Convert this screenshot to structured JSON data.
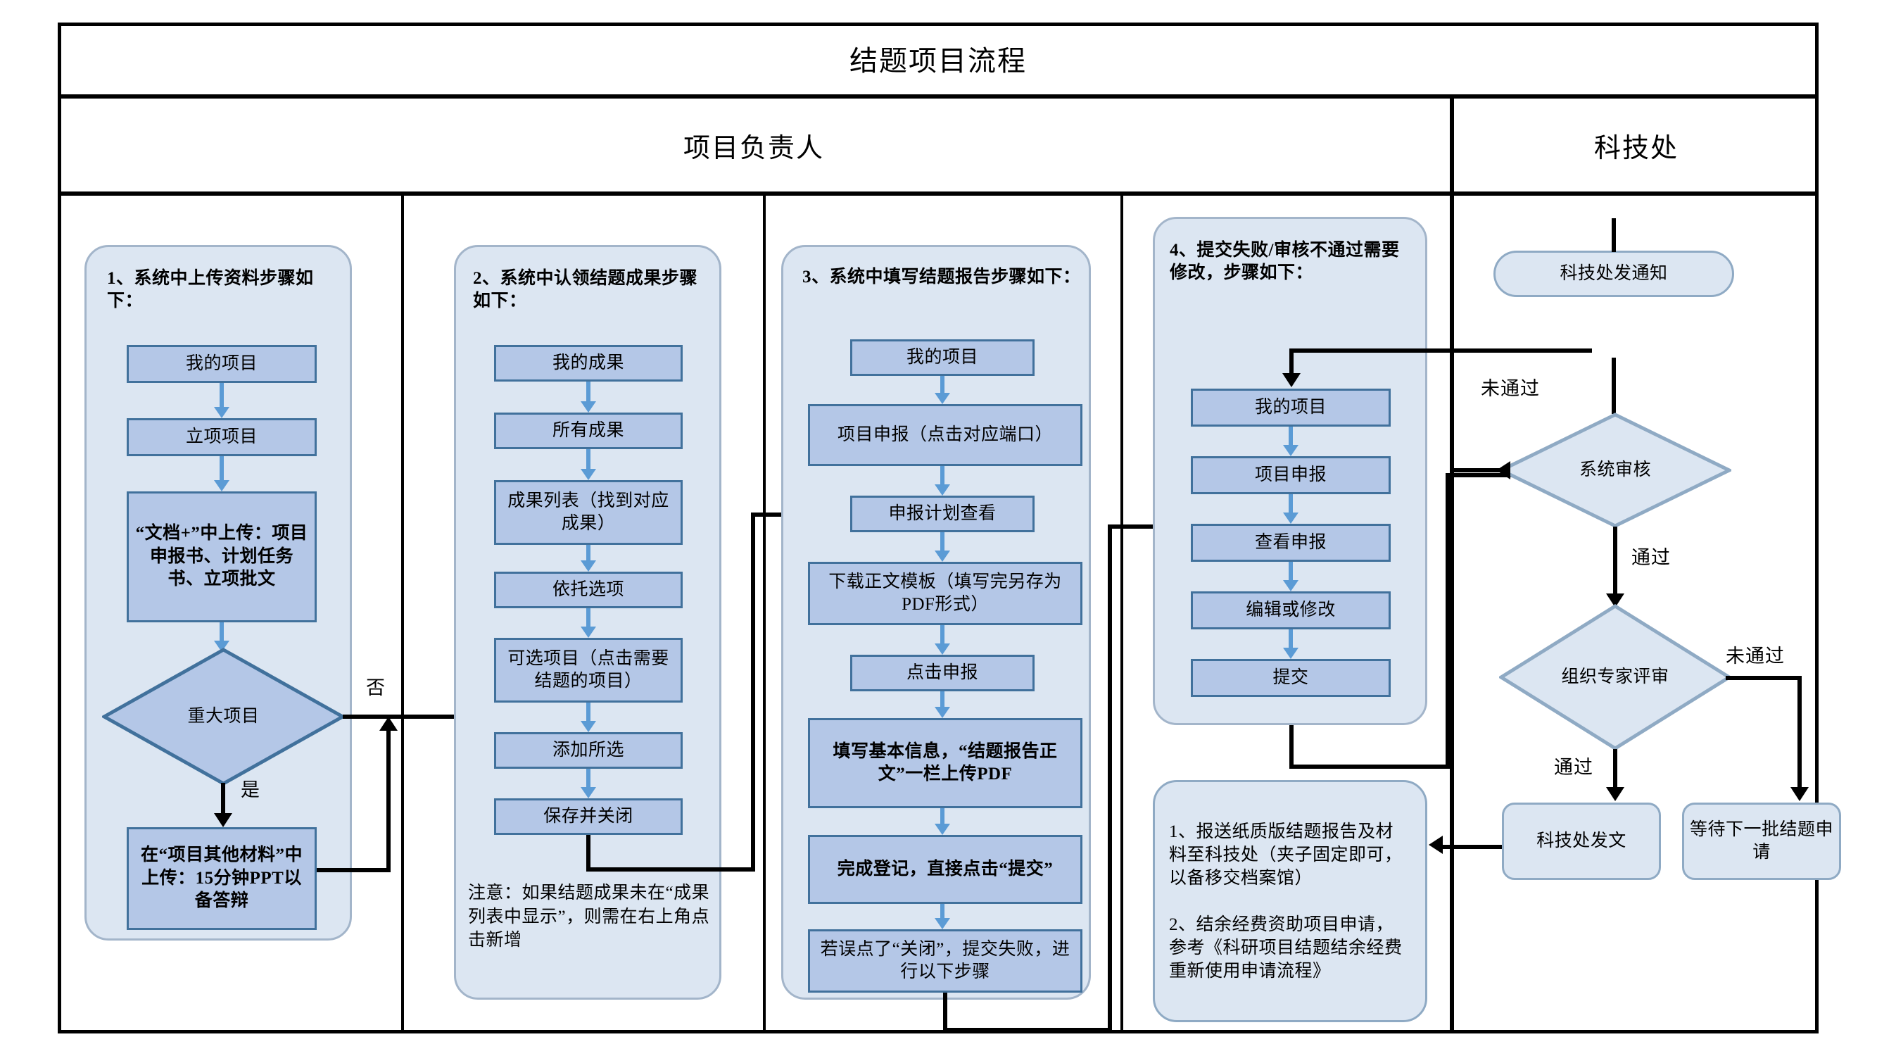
{
  "diagram": {
    "title": "结题项目流程",
    "lanes": [
      {
        "id": "owner",
        "label": "项目负责人"
      },
      {
        "id": "office",
        "label": "科技处"
      }
    ]
  },
  "column1": {
    "heading": "1、系统中上传资料步骤如下：",
    "steps": [
      "我的项目",
      "立项项目",
      "“文档+”中上传：项目申报书、计划任务书、立项批文"
    ],
    "decision": "重大项目",
    "branch_yes": "是",
    "branch_no": "否",
    "yes_step": "在“项目其他材料”中上传：15分钟PPT以备答辩"
  },
  "column2": {
    "heading": "2、系统中认领结题成果步骤如下：",
    "steps": [
      "我的成果",
      "所有成果",
      "成果列表（找到对应成果）",
      "依托选项",
      "可选项目（点击需要结题的项目）",
      "添加所选",
      "保存并关闭"
    ],
    "note": "注意：如果结题成果未在“成果列表中显示”，则需在右上角点击新增"
  },
  "column3": {
    "heading": "3、系统中填写结题报告步骤如下：",
    "steps": [
      "我的项目",
      "项目申报（点击对应端口）",
      "申报计划查看",
      "下载正文模板（填写完另存为PDF形式）",
      "点击申报",
      "填写基本信息，“结题报告正文”一栏上传PDF",
      "完成登记，直接点击“提交”",
      "若误点了“关闭”，提交失败，进行以下步骤"
    ]
  },
  "column4": {
    "heading": "4、提交失败/审核不通过需要修改，步骤如下：",
    "steps": [
      "我的项目",
      "项目申报",
      "查看申报",
      "编辑或修改",
      "提交"
    ],
    "footer_note": "1、报送纸质版结题报告及材料至科技处（夹子固定即可，以备移交档案馆）\n\n2、结余经费资助项目申请，参考《科研项目结题结余经费重新使用申请流程》"
  },
  "column5": {
    "start": "科技处发通知",
    "decision1": "系统审核",
    "decision1_fail": "未通过",
    "decision1_pass": "通过",
    "decision2": "组织专家评审",
    "decision2_fail": "未通过",
    "decision2_pass": "通过",
    "result_pass": "科技处发文",
    "result_fail": "等待下一批结题申请"
  },
  "colors": {
    "box_fill": "#b4c7e7",
    "box_border": "#41719c",
    "panel_fill": "#dce6f2",
    "panel_border": "#a3b5ca",
    "arrow_blue": "#5b9bd5",
    "connector_black": "#000000"
  }
}
